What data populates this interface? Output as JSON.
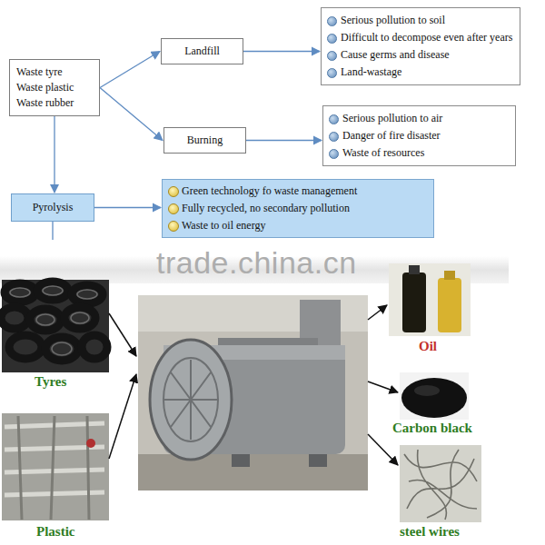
{
  "diagram": {
    "nodes": [
      {
        "text": [
          "Waste tyre",
          "Waste plastic",
          "Waste rubber"
        ]
      },
      {
        "text": [
          "Landfill"
        ]
      },
      {
        "text": [
          "Serious pollution to soil",
          "Difficult to decompose even after years",
          "Cause germs and disease",
          "Land-wastage"
        ]
      },
      {
        "text": [
          "Burning"
        ]
      },
      {
        "text": [
          "Serious pollution to air",
          "Danger of fire disaster",
          "Waste of resources"
        ]
      },
      {
        "text": [
          "Pyrolysis"
        ]
      },
      {
        "text": [
          "Green technology fo waste management",
          "Fully recycled, no secondary pollution",
          "Waste to oil energy"
        ]
      }
    ],
    "edges": [
      {
        "from": 0,
        "to": 1,
        "arrow": "to"
      },
      {
        "from": 0,
        "to": 3,
        "arrow": "to"
      },
      {
        "from": 1,
        "to": 2,
        "arrow": "to"
      },
      {
        "from": 3,
        "to": 4,
        "arrow": "to"
      },
      {
        "from": 0,
        "to": 5,
        "arrow": "to"
      },
      {
        "from": 5,
        "to": 6,
        "arrow": "to"
      }
    ],
    "labels": [
      "trade.china.cn",
      "Tyres",
      "Plastic",
      "Oil",
      "Carbon black",
      "steel wires"
    ]
  }
}
